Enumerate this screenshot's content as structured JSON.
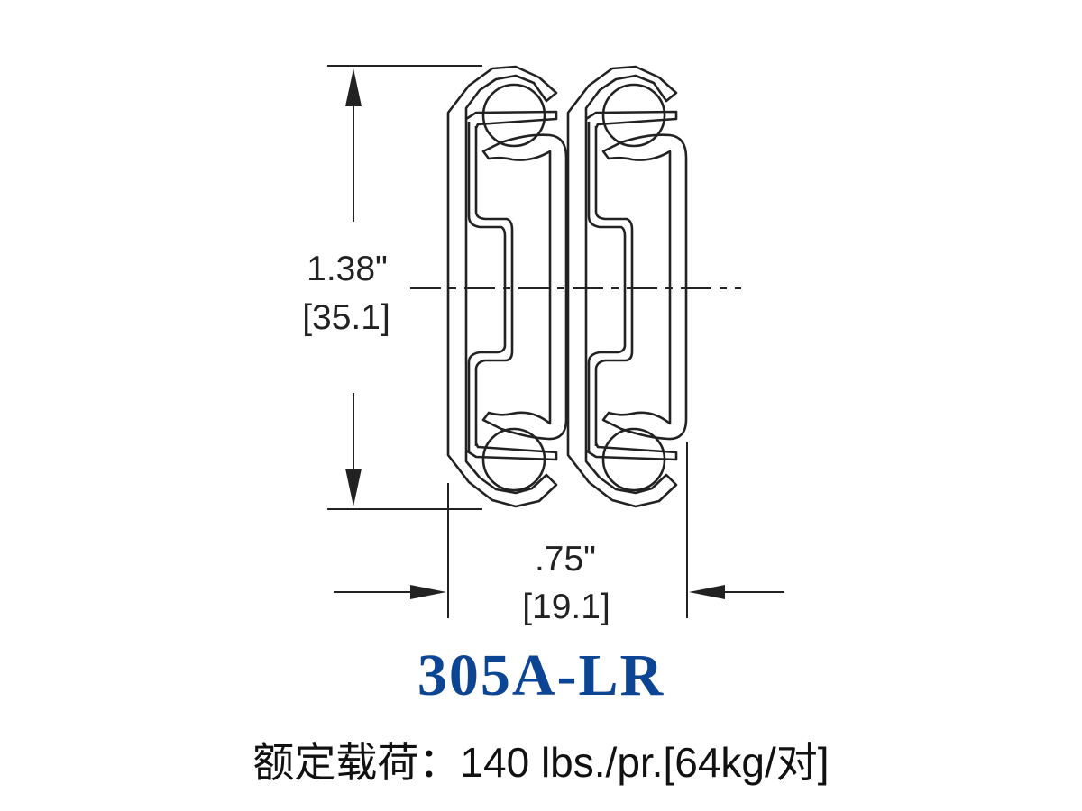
{
  "drawing": {
    "height_dimension": {
      "inches": "1.38\"",
      "mm": "[35.1]"
    },
    "width_dimension": {
      "inches": ".75\"",
      "mm": "[19.1]"
    }
  },
  "model": "305A-LR",
  "load_rating": "额定载荷：140 lbs./pr.[64kg/对]",
  "colors": {
    "model": "#0d4595",
    "line": "#222222"
  }
}
